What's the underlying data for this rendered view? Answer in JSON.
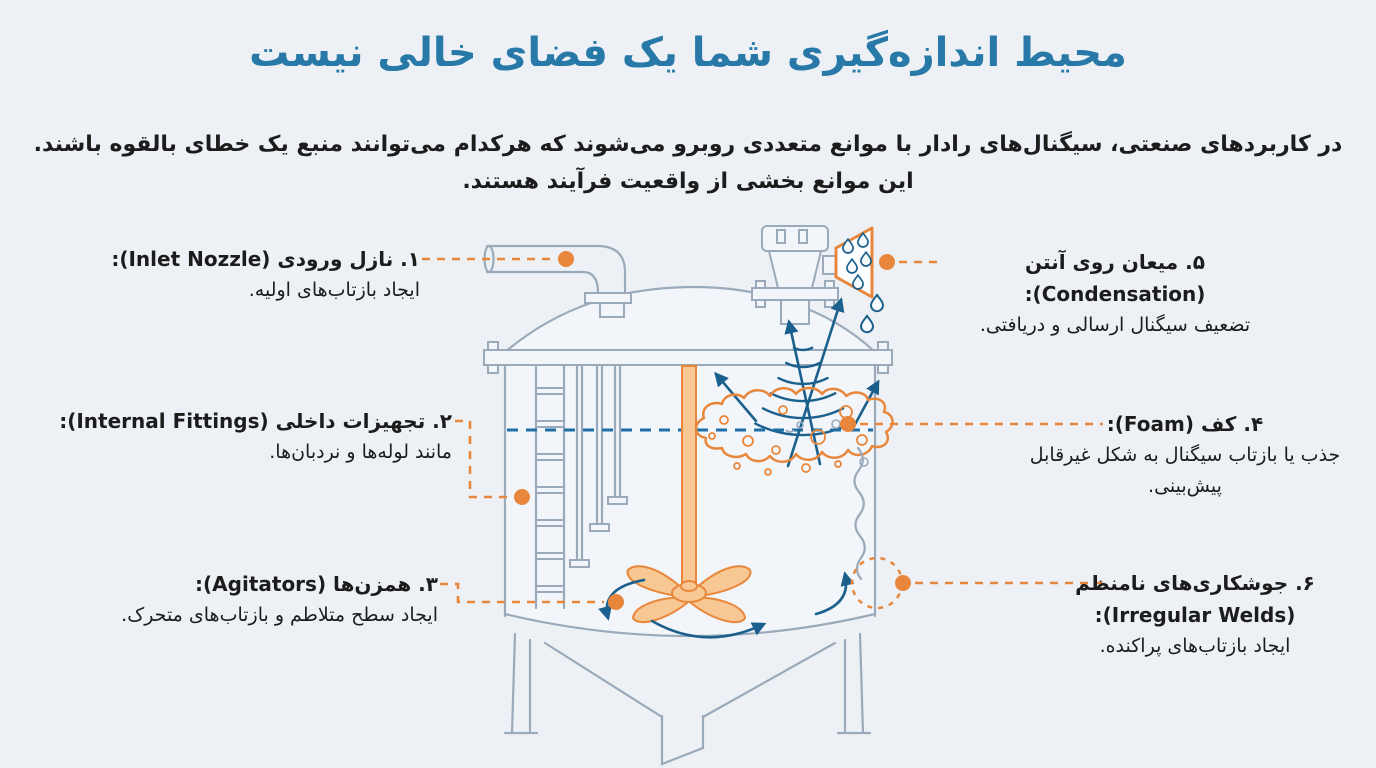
{
  "title": "محیط اندازه‌گیری شما یک فضای خالی نیست",
  "subtitle": {
    "line1": "در کاربردهای صنعتی، سیگنال‌های رادار با موانع متعددی روبرو می‌شوند که هرکدام می‌توانند منبع یک خطای بالقوه باشند.",
    "line2": "این موانع بخشی از واقعیت فرآیند هستند."
  },
  "callouts": [
    {
      "id": "۱",
      "heading": "۱. نازل ورودی (Inlet Nozzle):",
      "description": "ایجاد بازتاب‌های اولیه.",
      "side": "left"
    },
    {
      "id": "۲",
      "heading": "۲. تجهیزات داخلی (Internal Fittings):",
      "description": "مانند لوله‌ها و نردبان‌ها.",
      "side": "left"
    },
    {
      "id": "۳",
      "heading": "۳. همزن‌ها (Agitators):",
      "description": "ایجاد سطح متلاطم و بازتاب‌های متحرک.",
      "side": "left"
    },
    {
      "id": "۴",
      "heading": "۴. کف (Foam):",
      "description": "جذب یا بازتاب سیگنال به شکل غیرقابل پیش‌بینی.",
      "side": "right"
    },
    {
      "id": "۵",
      "heading": "۵. میعان روی آنتن (Condensation):",
      "description": "تضعیف سیگنال ارسالی و دریافتی.",
      "side": "right"
    },
    {
      "id": "۶",
      "heading": "۶. جوشکاری‌های نامنظم",
      "heading2": "(Irregular Welds):",
      "description": "ایجاد بازتاب‌های پراکنده.",
      "side": "right"
    }
  ],
  "colors": {
    "bg": "#edf1f6",
    "title": "#2878a8",
    "ink": "#1c1c1c",
    "orange": "#e8873c",
    "orange-fill": "#f7c893",
    "teal": "#1b608c",
    "level": "#1d6fa5",
    "tank": "#9aaaba",
    "metal": "#f2f5f9"
  }
}
